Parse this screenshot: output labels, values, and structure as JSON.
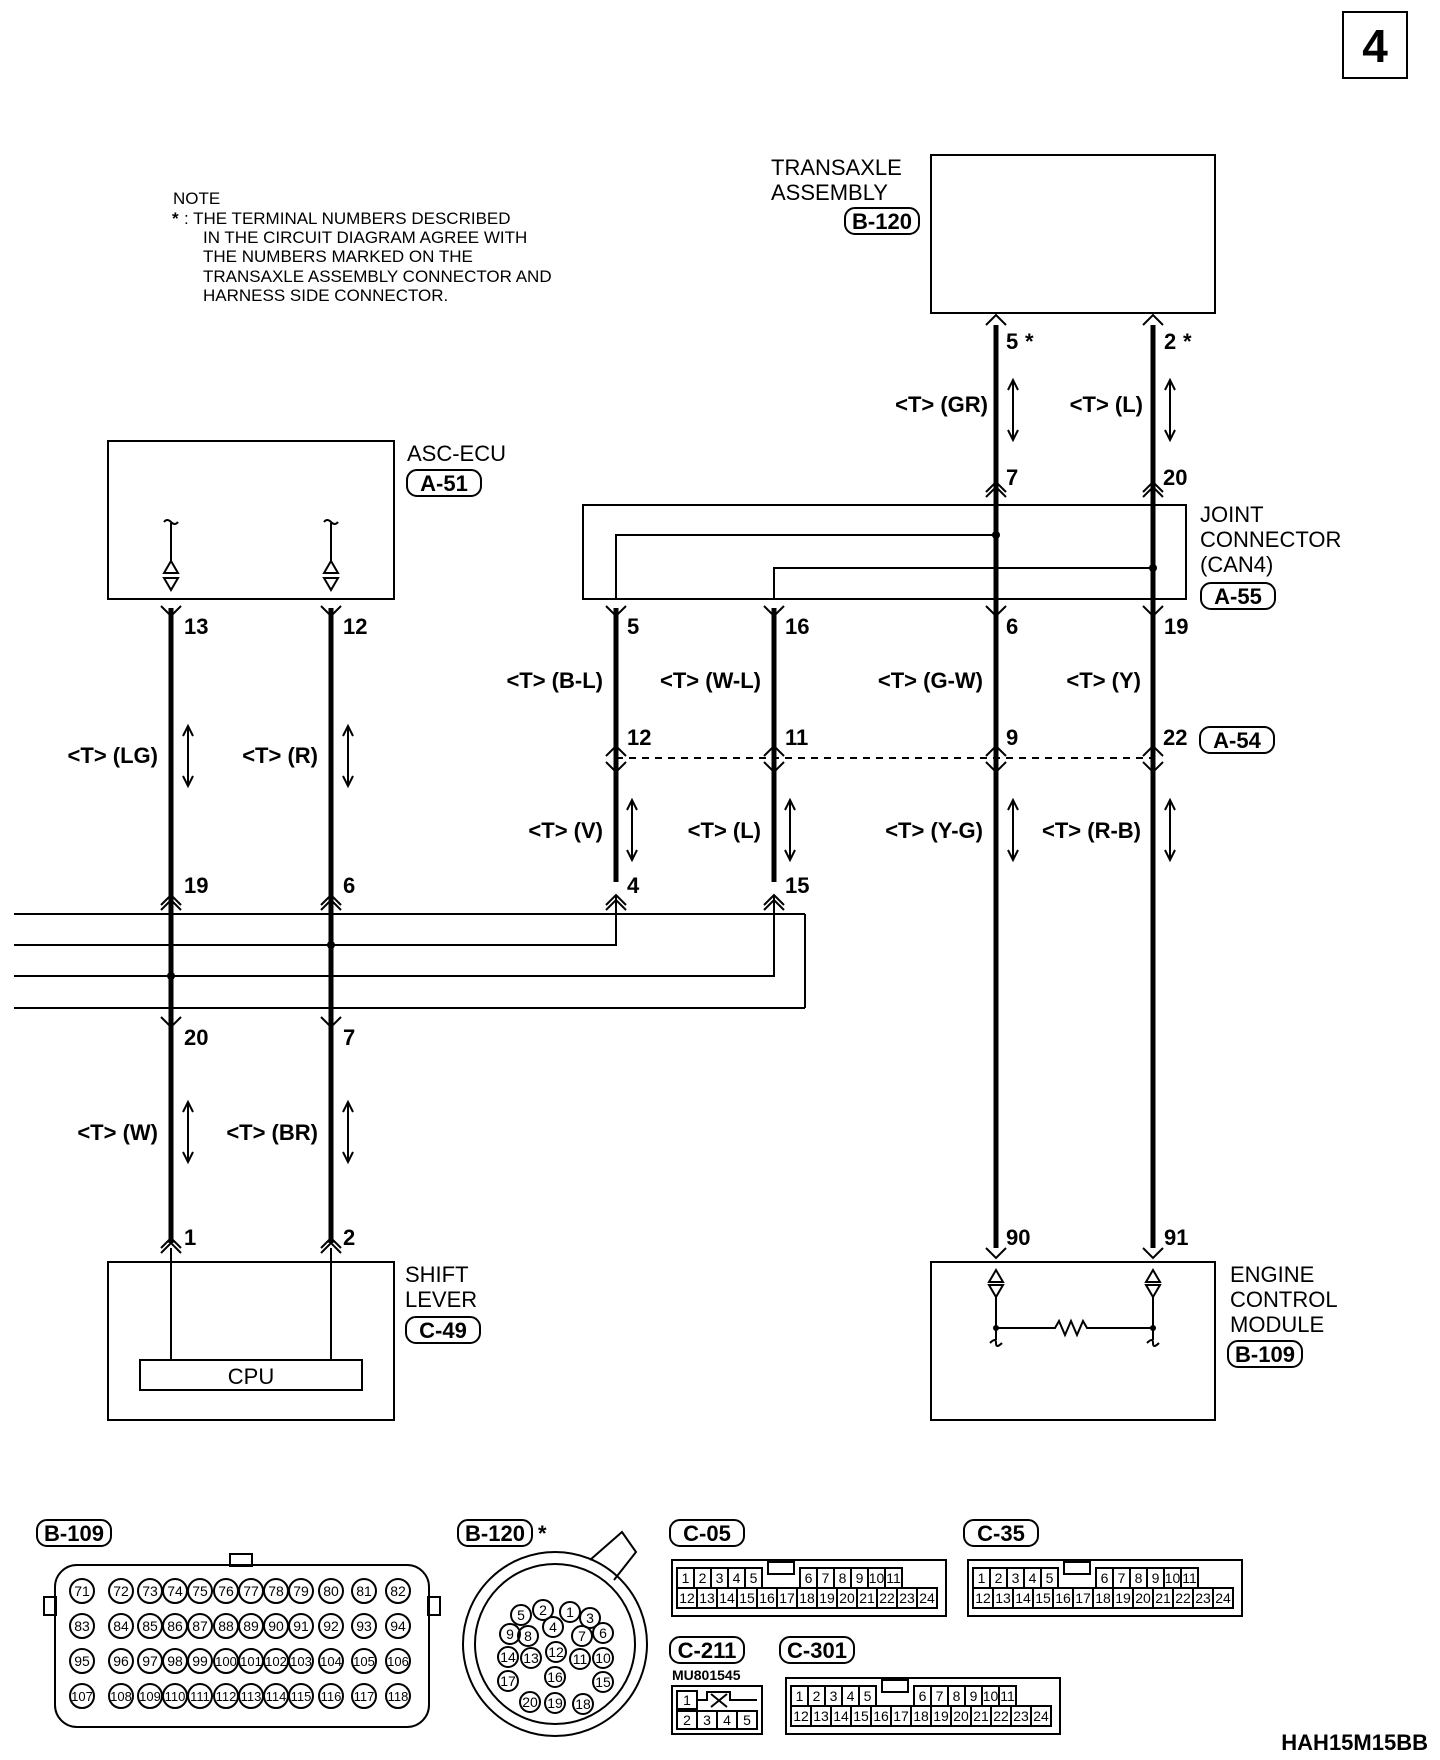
{
  "page_number": "4",
  "note": {
    "title": "NOTE",
    "star": "*",
    "lines": [
      ": THE TERMINAL NUMBERS DESCRIBED",
      "IN THE CIRCUIT DIAGRAM AGREE WITH",
      "THE NUMBERS MARKED ON THE",
      "TRANSAXLE ASSEMBLY CONNECTOR AND",
      "HARNESS SIDE CONNECTOR."
    ]
  },
  "components": {
    "transaxle": {
      "line1": "TRANSAXLE",
      "line2": "ASSEMBLY",
      "connector": "B-120"
    },
    "asc_ecu": {
      "line1": "ASC-ECU",
      "connector": "A-51"
    },
    "joint": {
      "line1": "JOINT",
      "line2": "CONNECTOR",
      "line3": "(CAN4)",
      "connector": "A-55"
    },
    "shift_lever": {
      "line1": "SHIFT",
      "line2": "LEVER",
      "connector": "C-49",
      "cpu": "CPU"
    },
    "ecm": {
      "line1": "ENGINE",
      "line2": "CONTROL",
      "line3": "MODULE",
      "connector": "B-109"
    },
    "a54": "A-54"
  },
  "terminals": {
    "t_5star": "5",
    "t_2star": "2",
    "star": "*",
    "t_7a": "7",
    "t_20a": "20",
    "t_13": "13",
    "t_12a": "12",
    "t_5": "5",
    "t_16": "16",
    "t_6a": "6",
    "t_19a": "19",
    "t_12b": "12",
    "t_11": "11",
    "t_9": "9",
    "t_22": "22",
    "t_19b": "19",
    "t_6b": "6",
    "t_4": "4",
    "t_15": "15",
    "t_20b": "20",
    "t_7b": "7",
    "t_1": "1",
    "t_2": "2",
    "t_90": "90",
    "t_91": "91"
  },
  "wire_labels": {
    "gr": "<T> (GR)",
    "l_top": "<T> (L)",
    "lg": "<T> (LG)",
    "r": "<T> (R)",
    "bl": "<T> (B-L)",
    "wl": "<T> (W-L)",
    "gw": "<T> (G-W)",
    "y": "<T> (Y)",
    "v": "<T> (V)",
    "l_mid": "<T> (L)",
    "yg": "<T> (Y-G)",
    "rb": "<T> (R-B)",
    "w": "<T> (W)",
    "br": "<T> (BR)"
  },
  "connectors_section": {
    "b109": "B-109",
    "b120": "B-120",
    "c05": "C-05",
    "c35": "C-35",
    "c211": "C-211",
    "c301": "C-301",
    "c211_code": "MU801545",
    "b109_pins": [
      [
        "71",
        "72",
        "73",
        "74",
        "75",
        "76",
        "77",
        "78",
        "79",
        "80",
        "81",
        "82"
      ],
      [
        "83",
        "84",
        "85",
        "86",
        "87",
        "88",
        "89",
        "90",
        "91",
        "92",
        "93",
        "94"
      ],
      [
        "95",
        "96",
        "97",
        "98",
        "99",
        "100",
        "101",
        "102",
        "103",
        "104",
        "105",
        "106"
      ],
      [
        "107",
        "108",
        "109",
        "110",
        "111",
        "112",
        "113",
        "114",
        "115",
        "116",
        "117",
        "118"
      ]
    ],
    "b120_pins": [
      "1",
      "2",
      "3",
      "4",
      "5",
      "6",
      "7",
      "8",
      "9",
      "10",
      "11",
      "12",
      "13",
      "14",
      "15",
      "16",
      "17",
      "18",
      "19",
      "20"
    ],
    "row24_top": [
      "1",
      "2",
      "3",
      "4",
      "5",
      "",
      "6",
      "7",
      "8",
      "9",
      "10",
      "11"
    ],
    "row24_bottom": [
      "12",
      "13",
      "14",
      "15",
      "16",
      "17",
      "18",
      "19",
      "20",
      "21",
      "22",
      "23",
      "24"
    ],
    "c211_top": [
      "1",
      "",
      ""
    ],
    "c211_bottom": [
      "2",
      "3",
      "4",
      "5"
    ]
  },
  "figure_code": "HAH15M15BB"
}
